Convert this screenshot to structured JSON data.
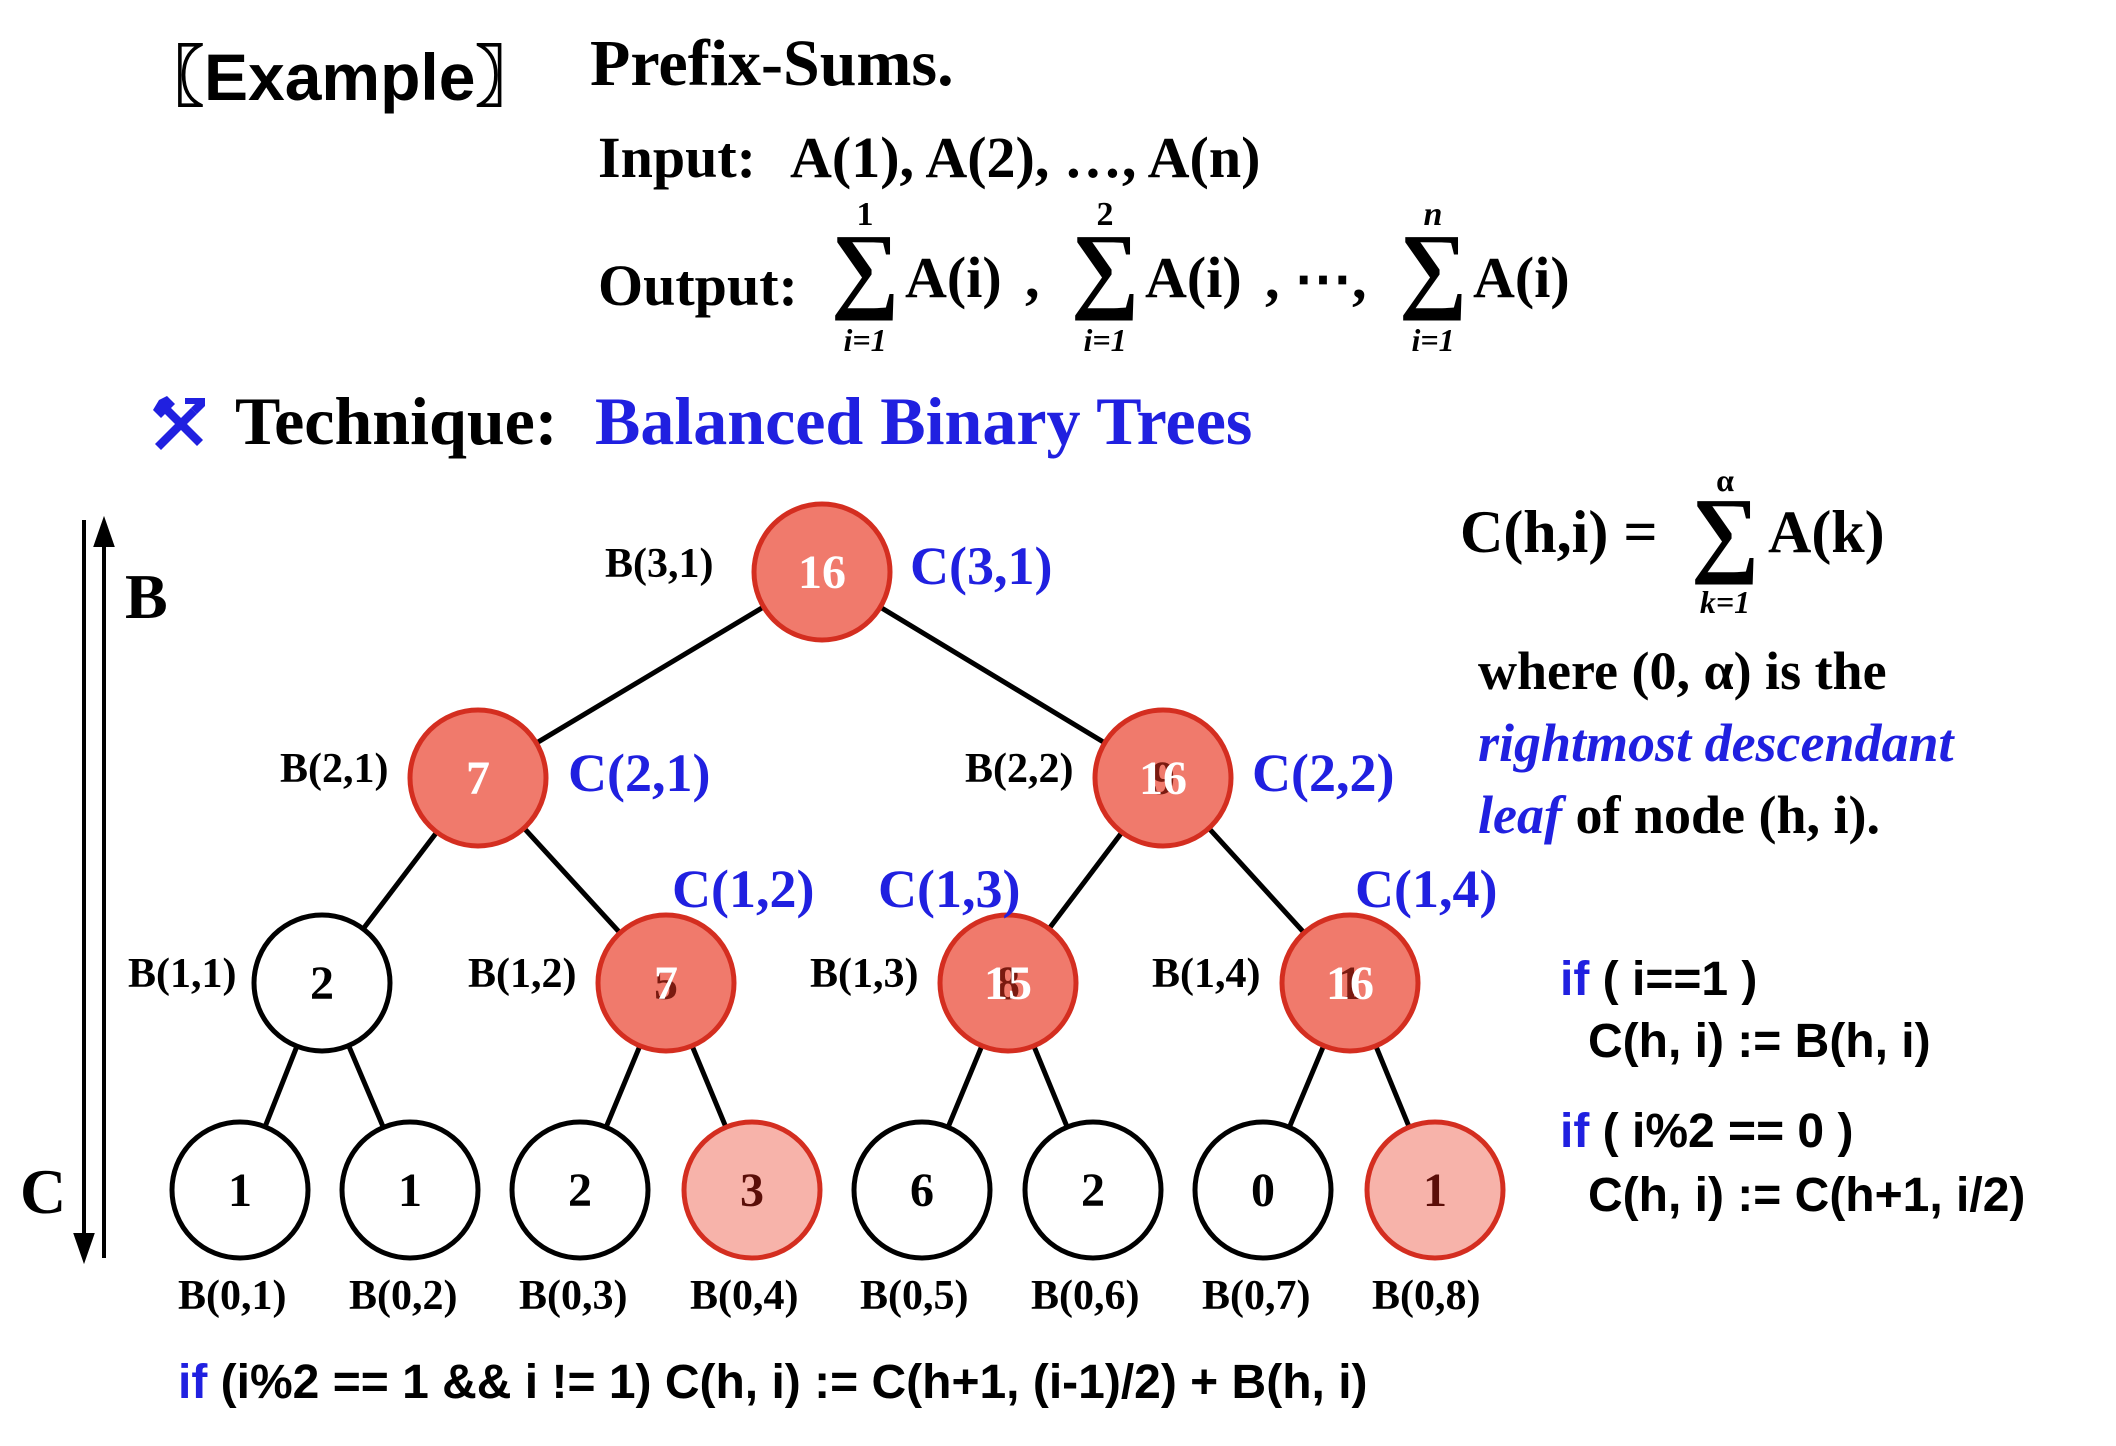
{
  "header": {
    "example_tag": "〖Example〗",
    "example_title": "Prefix-Sums.",
    "input_label": "Input:",
    "input_value": "A(1), A(2), …, A(n)",
    "output_label": "Output:",
    "output_terms": [
      {
        "upper": "1",
        "lower": "i=1",
        "body": "A(i)",
        "sep": ","
      },
      {
        "upper": "2",
        "lower": "i=1",
        "body": "A(i)",
        "sep": ",  ⋯,"
      },
      {
        "upper": "n",
        "lower": "i=1",
        "body": "A(i)",
        "sep": ""
      }
    ],
    "technique_label": "Technique:",
    "technique_value": "Balanced Binary Trees"
  },
  "formula": {
    "lhs": "C(h,i) =",
    "upper": "α",
    "lower": "k=1",
    "body": "A(k)",
    "where_1": "where (0, α) is the",
    "where_2_em": "rightmost descendant",
    "where_3_em": "leaf",
    "where_3_rest": " of node (h, i)."
  },
  "axis": {
    "top_label": "B",
    "bottom_label": "C"
  },
  "tree": {
    "nodes": [
      {
        "id": "3-1",
        "b_label": "B(3,1)",
        "c_label": "C(3,1)",
        "value": "16",
        "ghost": "",
        "fill": "red"
      },
      {
        "id": "2-1",
        "b_label": "B(2,1)",
        "c_label": "C(2,1)",
        "value": "7",
        "ghost": "",
        "fill": "red"
      },
      {
        "id": "2-2",
        "b_label": "B(2,2)",
        "c_label": "C(2,2)",
        "value": "16",
        "ghost": "9",
        "fill": "red"
      },
      {
        "id": "1-1",
        "b_label": "B(1,1)",
        "c_label": "",
        "value": "2",
        "ghost": "",
        "fill": "white"
      },
      {
        "id": "1-2",
        "b_label": "B(1,2)",
        "c_label": "C(1,2)",
        "value": "7",
        "ghost": "5",
        "fill": "red"
      },
      {
        "id": "1-3",
        "b_label": "B(1,3)",
        "c_label": "C(1,3)",
        "value": "15",
        "ghost": "8",
        "fill": "red"
      },
      {
        "id": "1-4",
        "b_label": "B(1,4)",
        "c_label": "C(1,4)",
        "value": "16",
        "ghost": "1",
        "fill": "red"
      },
      {
        "id": "0-1",
        "b_label": "B(0,1)",
        "value": "1",
        "fill": "white"
      },
      {
        "id": "0-2",
        "b_label": "B(0,2)",
        "value": "1",
        "fill": "white"
      },
      {
        "id": "0-3",
        "b_label": "B(0,3)",
        "value": "2",
        "fill": "white"
      },
      {
        "id": "0-4",
        "b_label": "B(0,4)",
        "value": "3",
        "fill": "pink"
      },
      {
        "id": "0-5",
        "b_label": "B(0,5)",
        "value": "6",
        "fill": "white"
      },
      {
        "id": "0-6",
        "b_label": "B(0,6)",
        "value": "2",
        "fill": "white"
      },
      {
        "id": "0-7",
        "b_label": "B(0,7)",
        "value": "0",
        "fill": "white"
      },
      {
        "id": "0-8",
        "b_label": "B(0,8)",
        "value": "1",
        "fill": "pink"
      }
    ]
  },
  "rules": {
    "rule1_kw": "if",
    "rule1_cond": " ( i==1 )",
    "rule1_body": "C(h, i) := B(h, i)",
    "rule2_kw": "if",
    "rule2_cond": " ( i%2 == 0 )",
    "rule2_body": "C(h, i) := C(h+1, i/2)",
    "rule3_kw": "if",
    "rule3_rest": " (i%2 == 1 && i != 1)  C(h, i) := C(h+1, (i-1)/2) + B(h, i)"
  },
  "colors": {
    "accent_blue": "#2020e0",
    "node_red": "#f07a6c",
    "node_pink": "#f7b3aa",
    "node_stroke_red": "#d42e20"
  }
}
